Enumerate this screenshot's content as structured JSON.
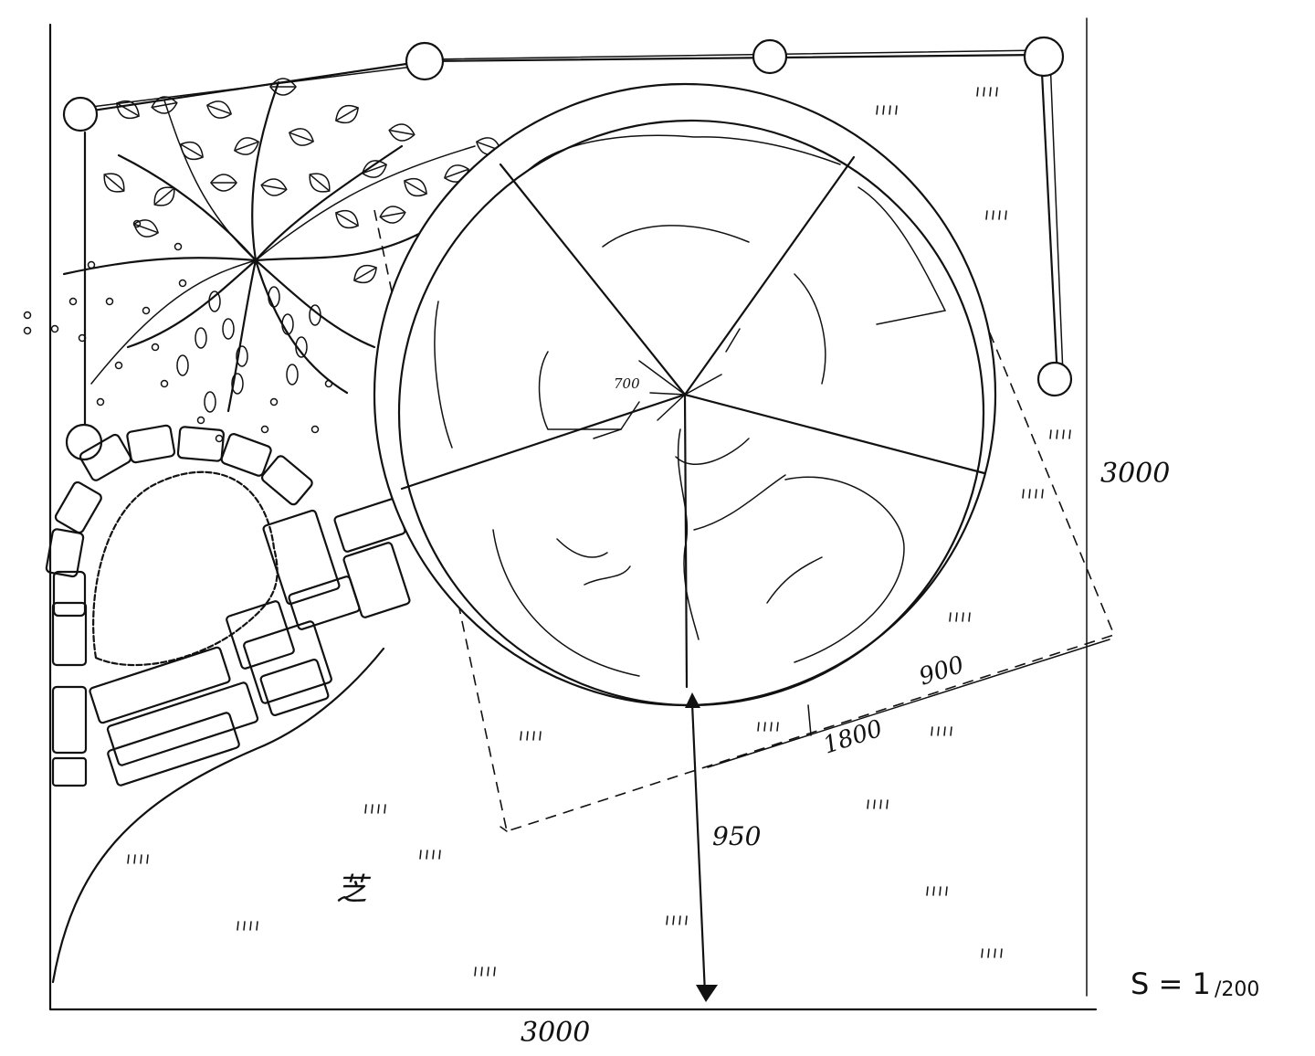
{
  "dimensions": {
    "bottom_width": "3000",
    "right_height": "3000",
    "circle_gap": "950",
    "square_side": "1800",
    "square_segment": "900"
  },
  "labels": {
    "turf": "芝",
    "center_mark": "700"
  },
  "scale": {
    "prefix": "S = 1",
    "denominator": "/200"
  },
  "colors": {
    "ink": "#111111",
    "paper": "#ffffff"
  }
}
